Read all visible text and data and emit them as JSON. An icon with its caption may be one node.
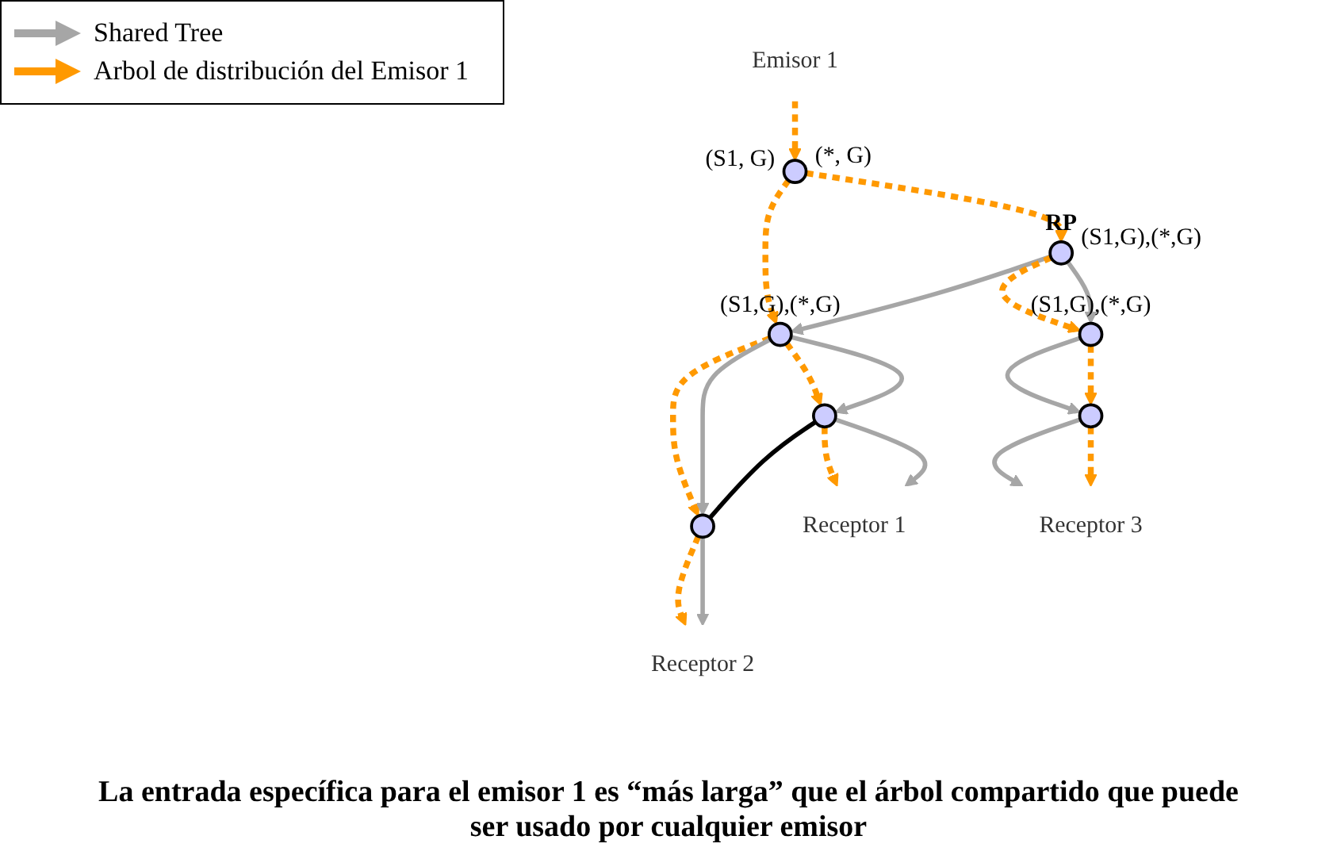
{
  "diagram": {
    "caption": "La entrada específica para el emisor 1 es “más larga” que el árbol compartido que puede ser usado por cualquier emisor",
    "nodes": [
      {
        "text": [
          "Emisor 1"
        ]
      },
      {
        "text": [],
        "shape": "circle",
        "beside": [
          "(S1, G)",
          "(*, G)"
        ]
      },
      {
        "text": [],
        "shape": "circle",
        "beside": [
          "(S1,G),(*,G)"
        ]
      },
      {
        "text": [],
        "shape": "circle",
        "beside": [
          "RP",
          "(S1,G),(*,G)"
        ]
      },
      {
        "text": [],
        "shape": "circle",
        "beside": [
          "(S1,G),(*,G)"
        ]
      },
      {
        "text": [],
        "shape": "circle"
      },
      {
        "text": [],
        "shape": "circle"
      },
      {
        "text": [],
        "shape": "circle"
      },
      {
        "text": [
          "Receptor 1"
        ]
      },
      {
        "text": [
          "Receptor 2"
        ]
      },
      {
        "text": [
          "Receptor 3"
        ]
      }
    ],
    "edges": [
      {
        "from": 0,
        "to": 1,
        "arrow": "to",
        "style": "dashed",
        "color": "#ff9900"
      },
      {
        "from": 1,
        "to": 2,
        "arrow": "to",
        "style": "dashed",
        "color": "#ff9900"
      },
      {
        "from": 1,
        "to": 3,
        "arrow": "to",
        "style": "dashed",
        "color": "#ff9900"
      },
      {
        "from": 3,
        "to": 2,
        "arrow": "to",
        "color": "#a6a6a6"
      },
      {
        "from": 3,
        "to": 4,
        "arrow": "to",
        "style": "dashed",
        "color": "#ff9900"
      },
      {
        "from": 3,
        "to": 4,
        "arrow": "to",
        "color": "#a6a6a6"
      },
      {
        "from": 2,
        "to": 5,
        "arrow": "to",
        "style": "dashed",
        "color": "#ff9900"
      },
      {
        "from": 2,
        "to": 5,
        "arrow": "to",
        "color": "#a6a6a6"
      },
      {
        "from": 2,
        "to": 6,
        "arrow": "to",
        "style": "dashed",
        "color": "#ff9900"
      },
      {
        "from": 2,
        "to": 6,
        "arrow": "to",
        "color": "#a6a6a6"
      },
      {
        "from": 5,
        "to": 6,
        "arrow": "none",
        "color": "#000000"
      },
      {
        "from": 5,
        "to": 8,
        "arrow": "to",
        "style": "dashed",
        "color": "#ff9900"
      },
      {
        "from": 5,
        "to": 8,
        "arrow": "to",
        "color": "#a6a6a6"
      },
      {
        "from": 6,
        "to": 9,
        "arrow": "to",
        "style": "dashed",
        "color": "#ff9900"
      },
      {
        "from": 6,
        "to": 9,
        "arrow": "to",
        "color": "#a6a6a6"
      },
      {
        "from": 4,
        "to": 7,
        "arrow": "to",
        "color": "#a6a6a6"
      },
      {
        "from": 4,
        "to": 7,
        "arrow": "to",
        "style": "dashed",
        "color": "#ff9900"
      },
      {
        "from": 7,
        "to": 10,
        "arrow": "to",
        "color": "#a6a6a6"
      },
      {
        "from": 7,
        "to": 10,
        "arrow": "to",
        "style": "dashed",
        "color": "#ff9900"
      }
    ],
    "legend": [
      {
        "text": "Shared Tree"
      },
      {
        "text": "Arbol de distribución del Emisor 1"
      }
    ]
  }
}
